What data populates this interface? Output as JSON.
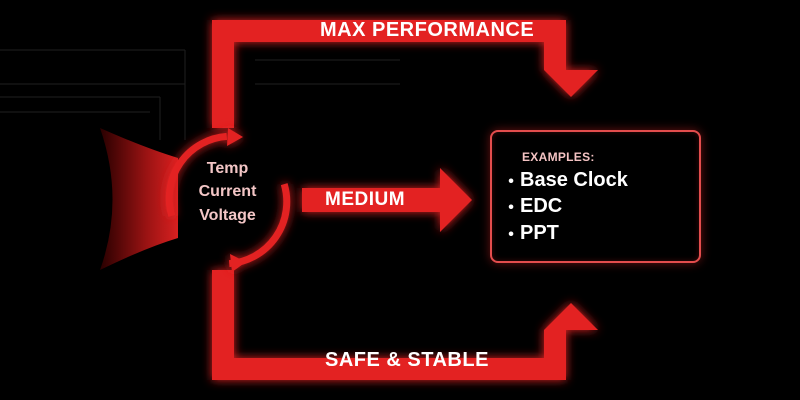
{
  "hub": {
    "lines": [
      "Temp",
      "Current",
      "Voltage"
    ]
  },
  "arrows": {
    "top": "MAX PERFORMANCE",
    "middle": "MEDIUM",
    "bottom": "SAFE & STABLE"
  },
  "examples": {
    "heading": "EXAMPLES:",
    "items": [
      "Base Clock",
      "EDC",
      "PPT"
    ]
  },
  "colors": {
    "arrow_red": "#e32222",
    "box_border": "#e34d4d",
    "background": "#000000",
    "hub_text": "#f3c6c6"
  }
}
